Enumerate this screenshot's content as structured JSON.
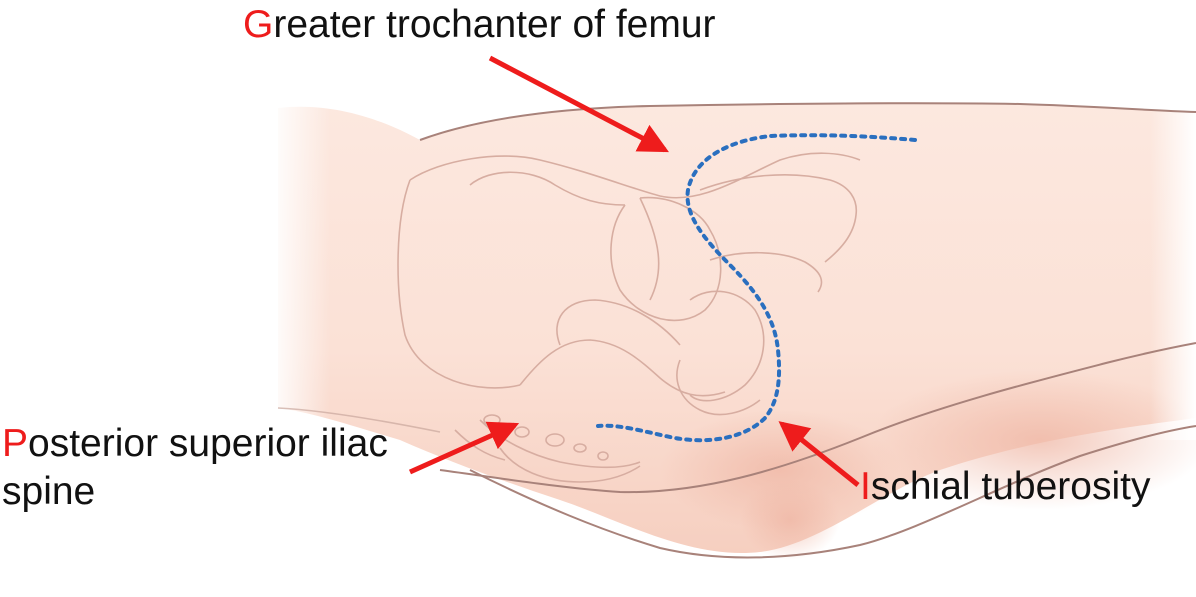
{
  "labels": {
    "greater_trochanter": {
      "initial": "G",
      "rest": "reater trochanter of femur"
    },
    "posterior_superior_iliac_spine": {
      "initial": "P",
      "rest_line1": "osterior superior iliac",
      "line2": "spine"
    },
    "ischial_tuberosity": {
      "initial": "I",
      "rest": "schial tuberosity"
    }
  },
  "colors": {
    "label_initial": "#ee1c1c",
    "label_text": "#111111",
    "arrow": "#ee1c1c",
    "incision_line": "#2a6fbf",
    "skin": "#fbe1d7",
    "skin_shadow": "#f2c2b3",
    "outline": "#a8827a",
    "bone_outline": "#d9b2a6"
  }
}
